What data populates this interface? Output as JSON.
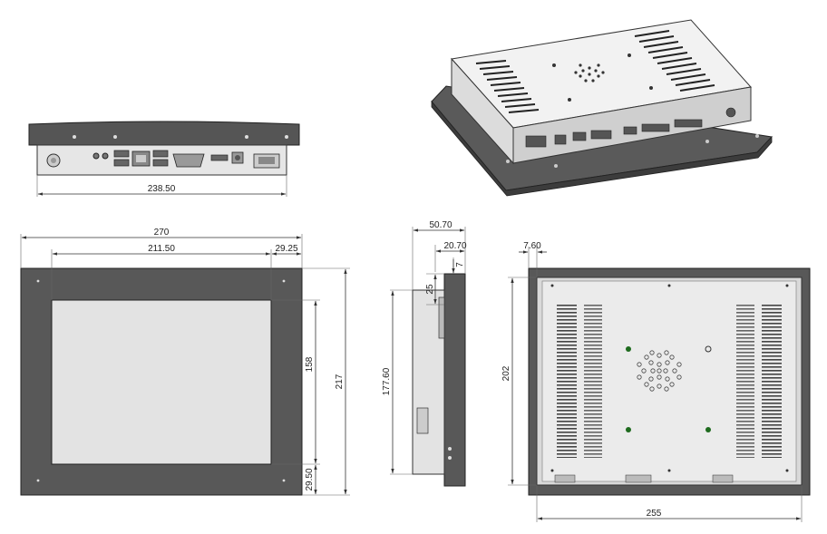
{
  "dimensions": {
    "bottom_view_width": "238.50",
    "front_width": "270",
    "front_screen_width": "211.50",
    "front_right_border": "29.25",
    "front_height": "217",
    "front_screen_height": "158",
    "front_bottom_border": "29.50",
    "side_depth": "50.70",
    "side_back_depth": "20.70",
    "side_top_offset": "25",
    "side_lip": "7",
    "side_body_height": "177.60",
    "back_bezel_thickness": "7.60",
    "back_height": "202",
    "back_width": "255"
  }
}
